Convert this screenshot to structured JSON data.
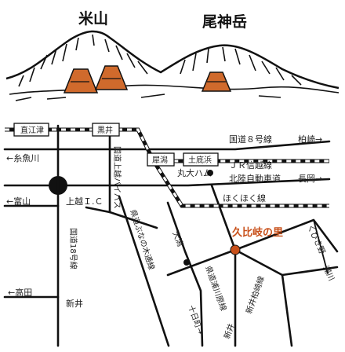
{
  "mountains": {
    "yoneyama": "米山",
    "ogamidake": "尾神岳"
  },
  "stations": {
    "naoetsu": "直江津",
    "kuroi": "黒井",
    "saigata": "犀潟",
    "dogahama": "土底浜"
  },
  "roads": {
    "national8": "国道８号線",
    "jr_shinetsu": "ＪＲ信越線",
    "hokuriku_exp": "北陸自動車道",
    "hokuhoku": "ほくほく線",
    "national18": "国道18号線",
    "joetsu_ic": "上越Ｉ.Ｃ",
    "joetsu_bypass": "国道上越バイパス",
    "kenddo_sanwa": "県道ぶなの木通線",
    "kendo_urakawara": "県道浦川原線",
    "shinsui_line": "新井柏崎線",
    "ogata": "大潟"
  },
  "directions": {
    "itoigawa": "←糸魚川",
    "kashiwazaki": "柏崎→",
    "nagaoka": "長岡→",
    "toyama": "←富山",
    "takada": "←高田",
    "arai_left": "新井",
    "arai_right": "新井",
    "tokamachi": "十日町→",
    "kubiki": "くびき野",
    "urakawara": "浦川"
  },
  "landmarks": {
    "marudai": "丸大ハム"
  },
  "destination": {
    "name": "久比岐の里"
  },
  "colors": {
    "roof": "#d06a2c",
    "accent": "#c8501a",
    "ink": "#111111"
  }
}
